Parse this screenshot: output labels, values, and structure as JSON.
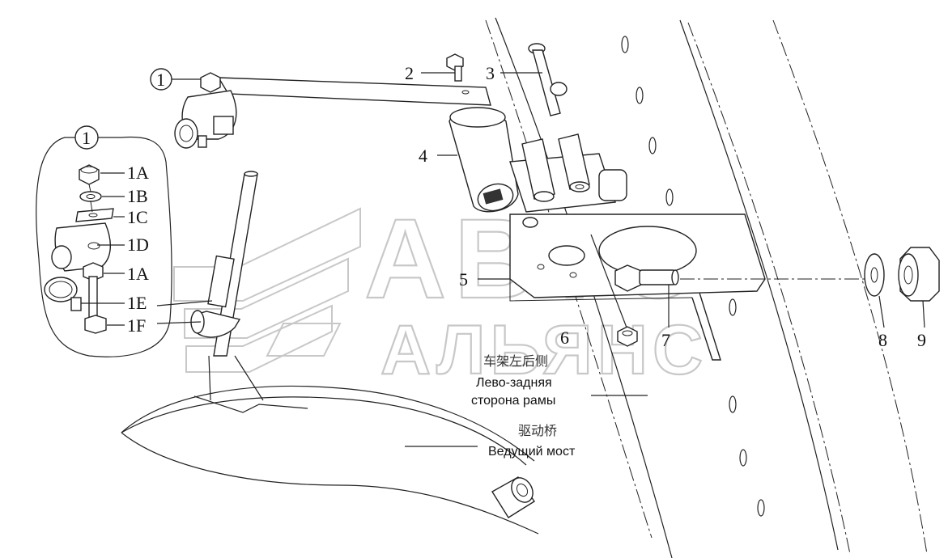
{
  "callouts": {
    "c1_top": "1",
    "c1_detail": "1",
    "c2": "2",
    "c3": "3",
    "c4": "4",
    "c5": "5",
    "c6": "6",
    "c7": "7",
    "c8": "8",
    "c9": "9"
  },
  "detail_labels": {
    "d1A": "1A",
    "d1B": "1B",
    "d1C": "1C",
    "d1D": "1D",
    "d1A2": "1A",
    "d1E": "1E",
    "d1F": "1F"
  },
  "annotations": {
    "frame_cn": "车架左后侧",
    "frame_ru_1": "Лево-задняя",
    "frame_ru_2": "сторона рамы",
    "axle_cn": "驱动桥",
    "axle_ru": "Ведущий мост"
  },
  "watermark": {
    "line1": "АВТО",
    "line2": "АЛЬЯНС"
  }
}
